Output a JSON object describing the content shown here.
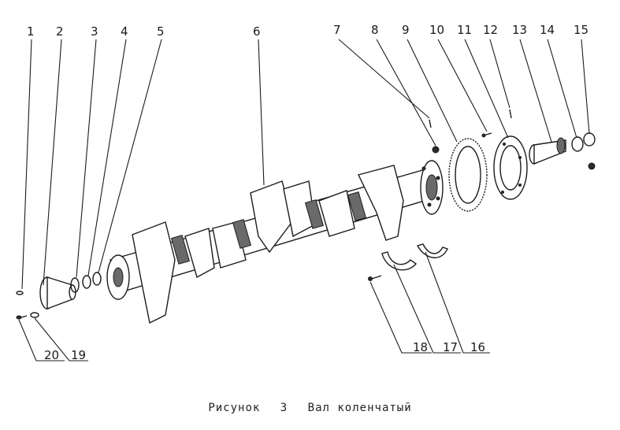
{
  "figure": {
    "caption_prefix": "Рисунок",
    "caption_number": "3",
    "caption_title": "Вал коленчатый"
  },
  "callouts": [
    "1",
    "2",
    "3",
    "4",
    "5",
    "6",
    "7",
    "8",
    "9",
    "10",
    "11",
    "12",
    "13",
    "14",
    "15",
    "16",
    "17",
    "18",
    "19",
    "20"
  ]
}
